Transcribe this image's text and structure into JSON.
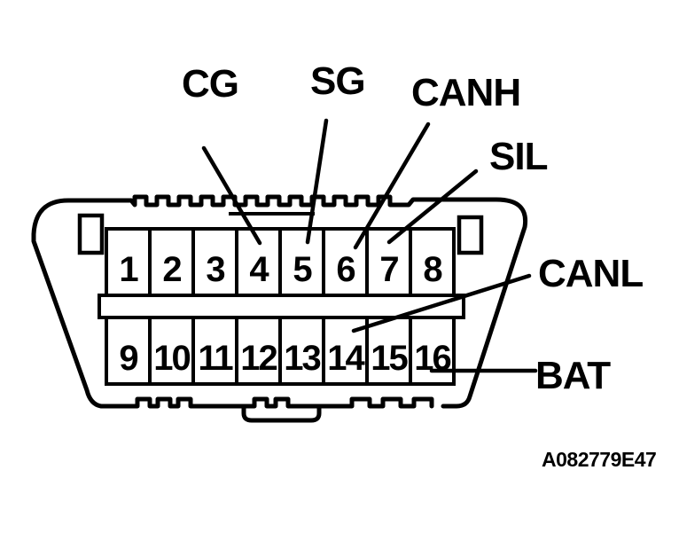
{
  "figure_id": "A082779E47",
  "colors": {
    "line": "#000000",
    "background": "#ffffff"
  },
  "connector": {
    "rows": 2,
    "pins_per_row": 8,
    "pins": {
      "row1": [
        "1",
        "2",
        "3",
        "4",
        "5",
        "6",
        "7",
        "8"
      ],
      "row2": [
        "9",
        "10",
        "11",
        "12",
        "13",
        "14",
        "15",
        "16"
      ]
    },
    "callouts": {
      "cg": {
        "label": "CG",
        "points_to_pin": "4"
      },
      "sg": {
        "label": "SG",
        "points_to_pin": "5"
      },
      "canh": {
        "label": "CANH",
        "points_to_pin": "6"
      },
      "sil": {
        "label": "SIL",
        "points_to_pin": "7"
      },
      "canl": {
        "label": "CANL",
        "points_to_pin": "14"
      },
      "bat": {
        "label": "BAT",
        "points_to_pin": "16"
      }
    }
  }
}
